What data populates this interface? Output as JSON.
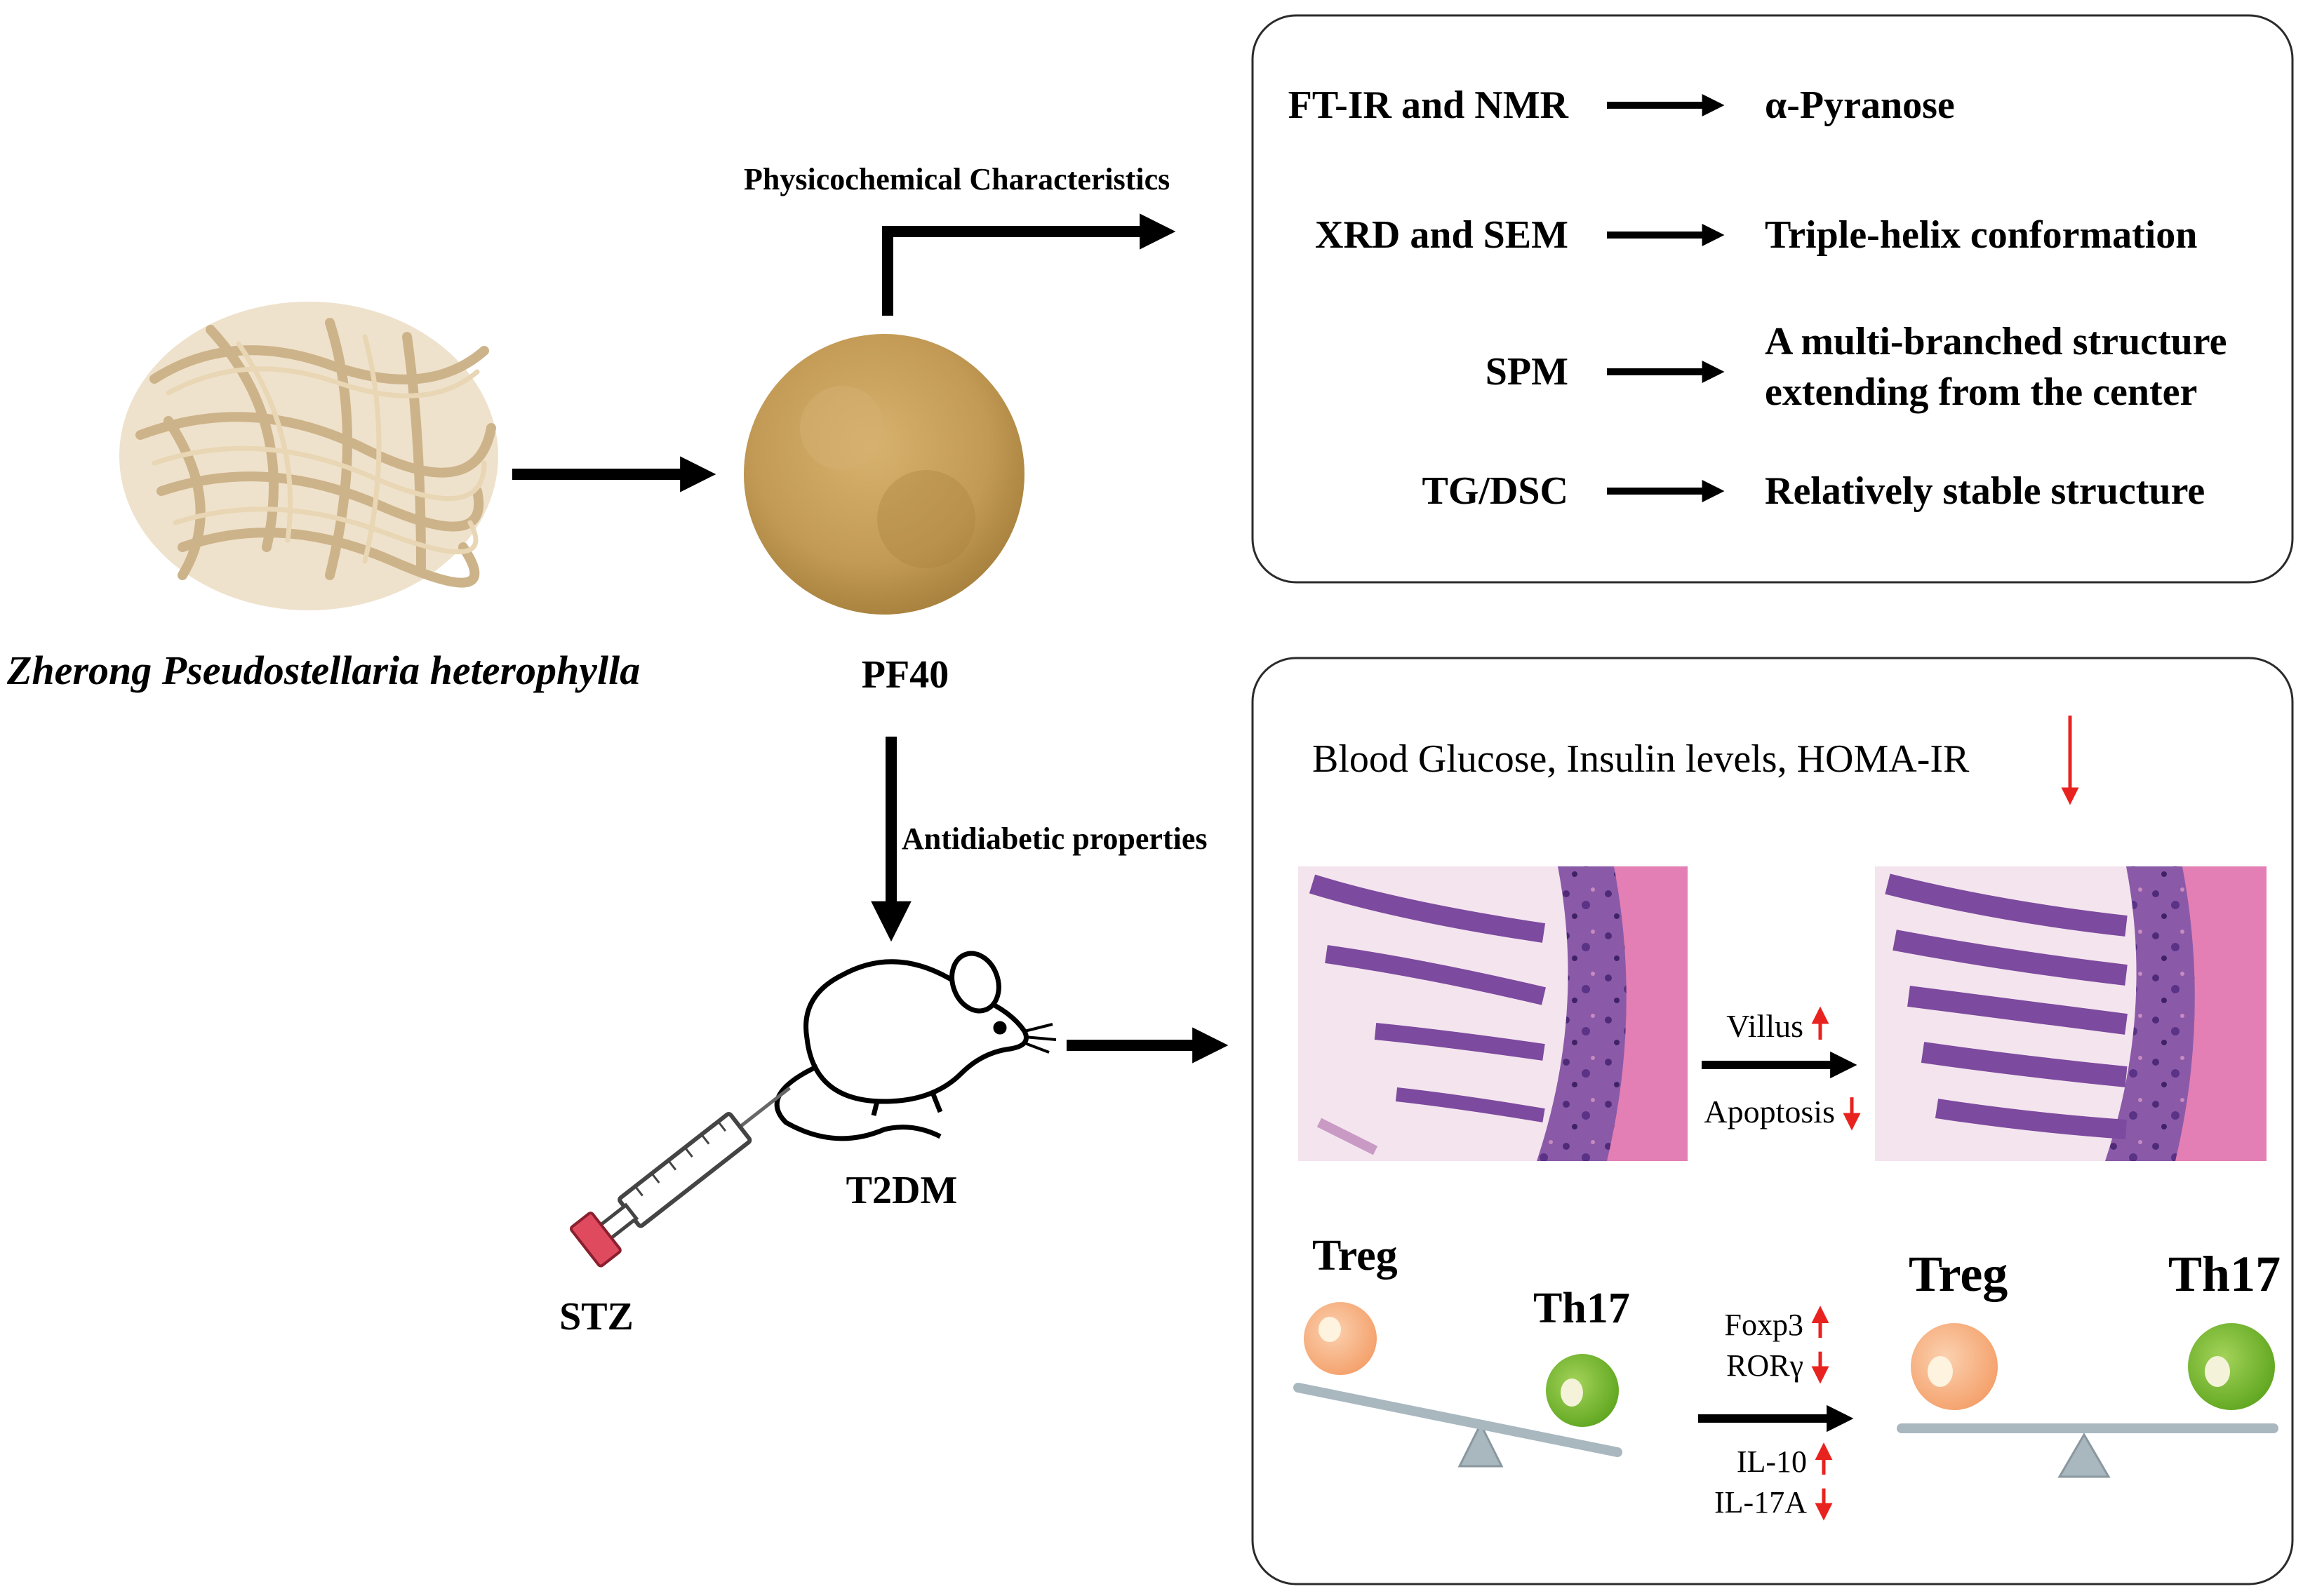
{
  "source": {
    "label": "Zherong Pseudostellaria heterophylla"
  },
  "product": {
    "label": "PF40"
  },
  "branch_top": {
    "label": "Physicochemical Characteristics"
  },
  "branch_down": {
    "label": "Antidiabetic properties"
  },
  "model": {
    "label": "T2DM",
    "injection_label": "STZ"
  },
  "characteristics": [
    {
      "method": "FT-IR and NMR",
      "result_lines": [
        "α-Pyranose"
      ]
    },
    {
      "method": "XRD and SEM",
      "result_lines": [
        "Triple-helix conformation"
      ]
    },
    {
      "method": "SPM",
      "result_lines": [
        "A multi-branched structure",
        "extending from the center"
      ]
    },
    {
      "method": "TG/DSC",
      "result_lines": [
        "Relatively stable structure"
      ]
    }
  ],
  "effects": {
    "blood_markers": "Blood Glucose, Insulin levels, HOMA-IR",
    "intestine_changes": [
      {
        "label": "Villus",
        "direction": "up"
      },
      {
        "label": "Apoptosis",
        "direction": "down"
      }
    ],
    "immune_changes_top": [
      {
        "label": "Foxp3",
        "direction": "up"
      },
      {
        "label": "RORγ",
        "direction": "down"
      }
    ],
    "immune_changes_bottom": [
      {
        "label": "IL-10",
        "direction": "up"
      },
      {
        "label": "IL-17A",
        "direction": "down"
      }
    ],
    "cells": {
      "left": "Treg",
      "right": "Th17"
    }
  },
  "colors": {
    "arrow": "#000000",
    "change_arrow": "#e8231f",
    "box_border": "#2b2b2b",
    "root_tan": "#d9c3a0",
    "powder": "#c9a15c",
    "treg_cell": "#f7b487",
    "th17_cell": "#7bbd2e",
    "seesaw": "#a9b7bf",
    "tissue_purple": "#6b3f92",
    "tissue_pink": "#e59cc4"
  }
}
